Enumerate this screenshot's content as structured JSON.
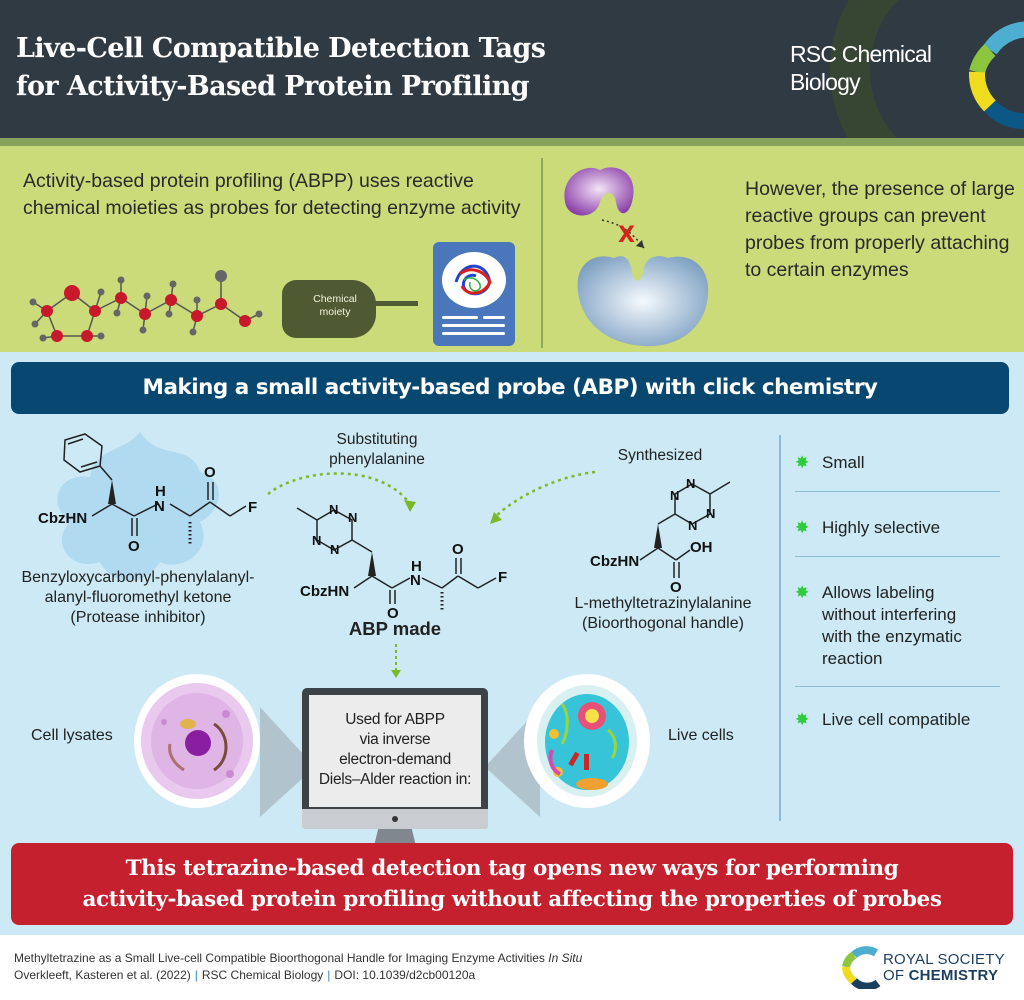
{
  "header": {
    "title_line1": "Live-Cell Compatible Detection Tags",
    "title_line2": "for Activity-Based Protein Profiling",
    "journal_line1": "RSC Chemical",
    "journal_line2": "Biology",
    "colors": {
      "background": "#303a42",
      "band": "#85a35b"
    }
  },
  "intro": {
    "left_text": "Activity-based protein profiling (ABPP) uses reactive chemical moieties as probes for detecting enzyme activity",
    "syringe_label_1": "Chemical",
    "syringe_label_2": "moiety",
    "right_text": "However, the presence of large reactive groups can prevent probes from properly attaching to certain enzymes",
    "blocked_mark": "X",
    "colors": {
      "background": "#cbdb7a"
    }
  },
  "main": {
    "banner": "Making a small activity-based probe (ABP) with click chemistry",
    "substituting_label": "Substituting phenylalanine",
    "synthesized_label": "Synthesized",
    "inhibitor": {
      "name_line1": "Benzyloxycarbonyl-phenylalanyl-",
      "name_line2": "alanyl-fluoromethyl ketone",
      "role": "(Protease inhibitor)",
      "atoms": {
        "cbzhn": "CbzHN",
        "h": "H",
        "n": "N",
        "o1": "O",
        "o2": "O",
        "f": "F"
      }
    },
    "abp": {
      "label": "ABP made",
      "atoms": {
        "cbzhn": "CbzHN",
        "h": "H",
        "n": "N",
        "o1": "O",
        "o2": "O",
        "f": "F",
        "tz": "N"
      }
    },
    "handle": {
      "name": "L-methyltetrazinylalanine",
      "role": "(Bioorthogonal handle)",
      "atoms": {
        "cbzhn": "CbzHN",
        "oh": "OH",
        "o": "O",
        "tz": "N"
      }
    },
    "properties": [
      {
        "label": "Small"
      },
      {
        "label": "Highly selective"
      },
      {
        "label": "Allows labeling without interfering with the enzymatic reaction"
      },
      {
        "label": "Live cell compatible"
      }
    ],
    "monitor_text": [
      "Used for ABPP",
      "via inverse",
      "electron-demand",
      "Diels–Alder reaction in:"
    ],
    "cell_left_label": "Cell lysates",
    "cell_right_label": "Live cells",
    "conclusion_line1": "This tetrazine-based detection tag opens new ways for performing",
    "conclusion_line2": "activity-based protein profiling without affecting the properties of probes",
    "colors": {
      "background": "#cce9f5",
      "banner": "#084770",
      "conclusion": "#c4202e",
      "star": "#2ccc3a",
      "arrow": "#7ab828"
    }
  },
  "footer": {
    "citation_title": "Methyltetrazine as a Small Live-cell Compatible Bioorthogonal Handle for Imaging Enzyme Activities ",
    "citation_title_italic": "In Situ",
    "authors": "Overkleeft, Kasteren et al. (2022)",
    "journal": "RSC Chemical Biology",
    "doi": "DOI: 10.1039/d2cb00120a",
    "separator": "|",
    "publisher_line1": "ROYAL SOCIETY",
    "publisher_line2_prefix": "OF ",
    "publisher_line2_bold": "CHEMISTRY"
  }
}
